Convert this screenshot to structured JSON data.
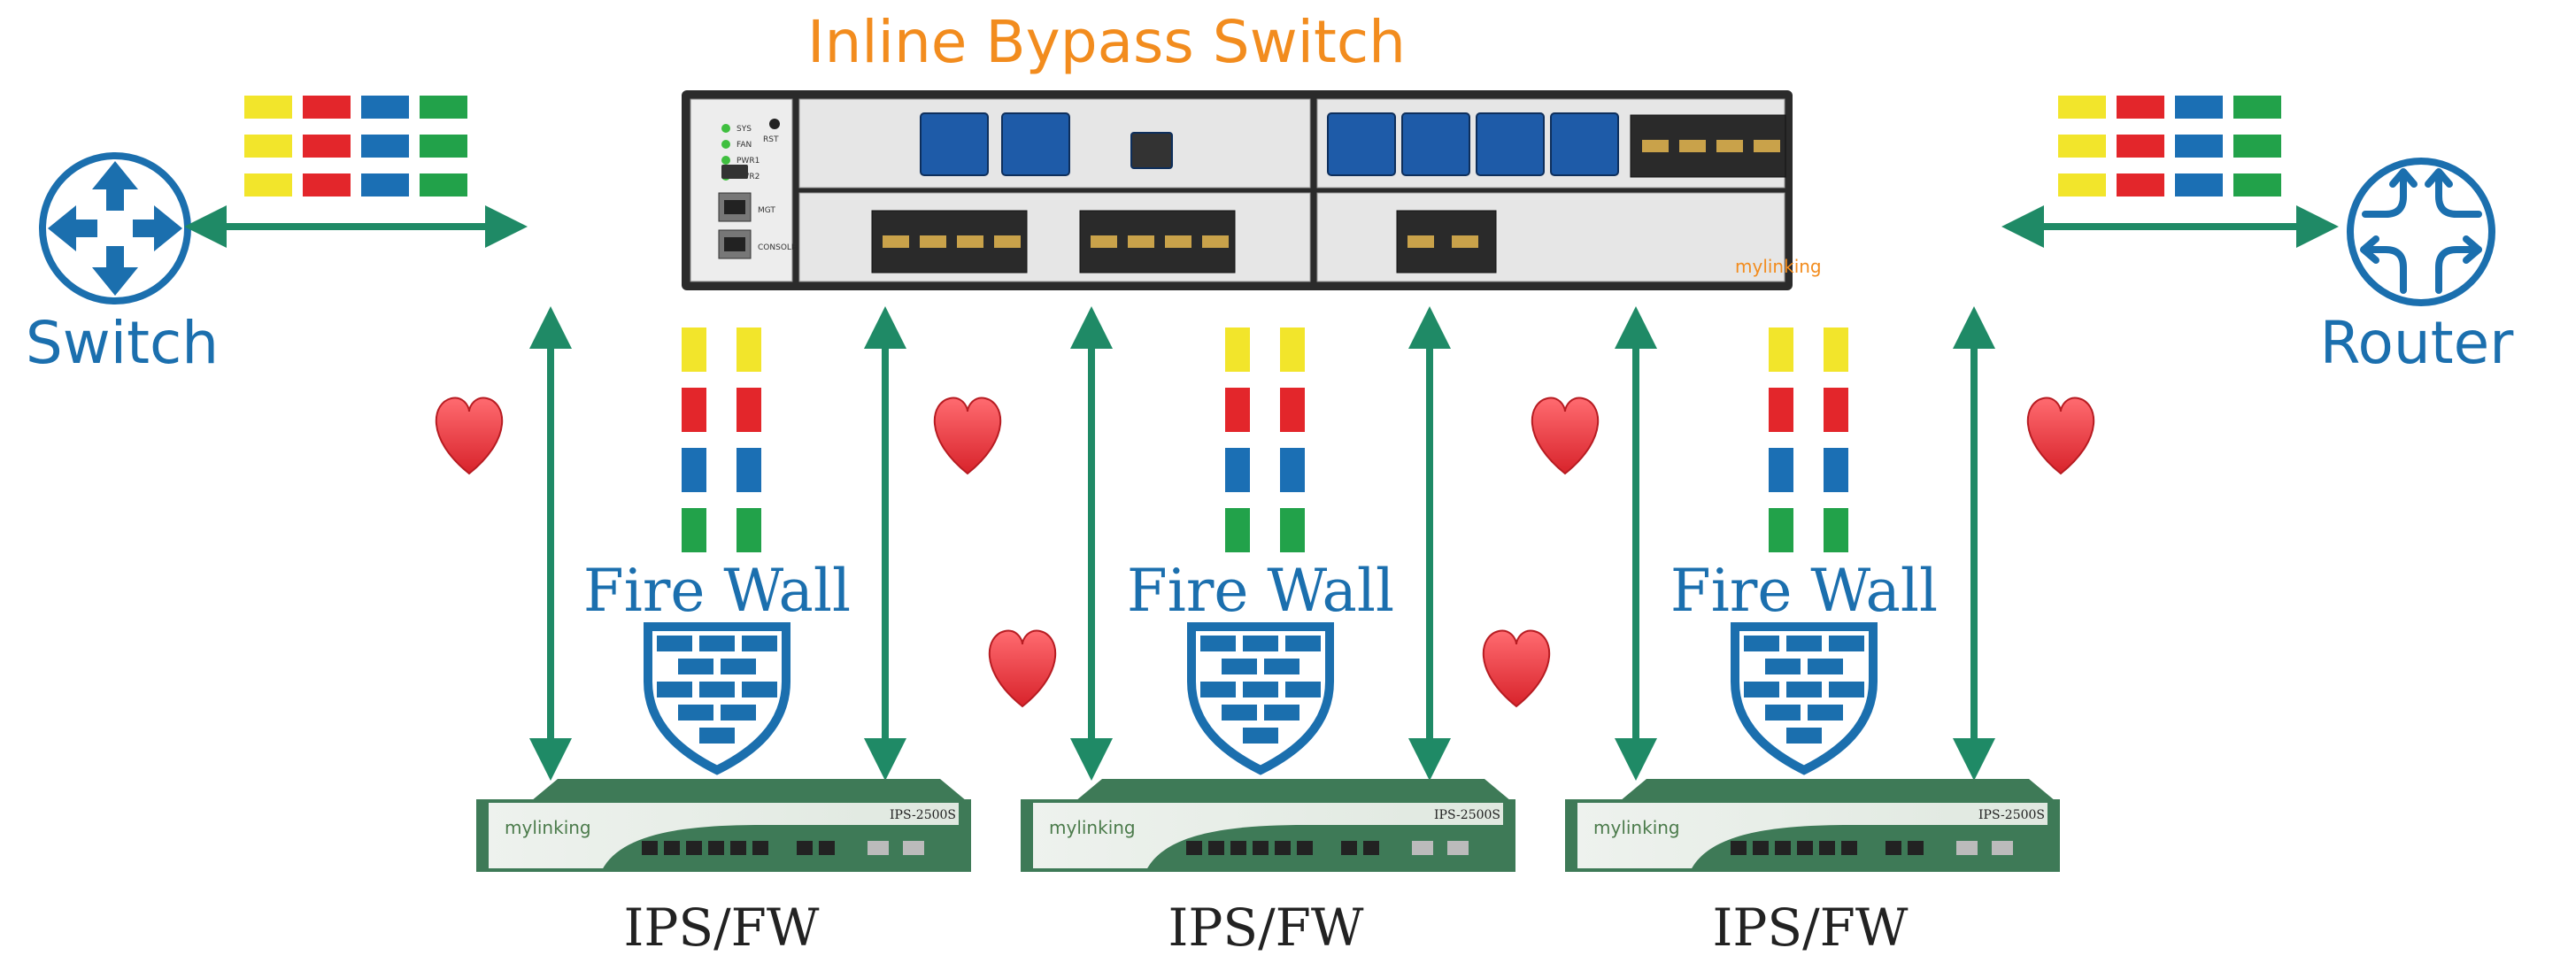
{
  "title": "Inline Bypass Switch",
  "left_device": {
    "label": "Switch",
    "icon": "network-switch-icon"
  },
  "right_device": {
    "label": "Router",
    "icon": "router-icon"
  },
  "firewalls": [
    {
      "label": "Fire Wall",
      "icon": "shield-brick-wall-icon"
    },
    {
      "label": "Fire Wall",
      "icon": "shield-brick-wall-icon"
    },
    {
      "label": "Fire Wall",
      "icon": "shield-brick-wall-icon"
    }
  ],
  "appliances": [
    {
      "label": "IPS/FW",
      "model": "IPS-2500S",
      "brand": "mylinking"
    },
    {
      "label": "IPS/FW",
      "model": "IPS-2500S",
      "brand": "mylinking"
    },
    {
      "label": "IPS/FW",
      "model": "IPS-2500S",
      "brand": "mylinking"
    }
  ],
  "chassis": {
    "brand": "mylinking",
    "status_labels": [
      "SYS",
      "FAN",
      "PWR1",
      "PWR2",
      "RST"
    ],
    "port_labels": [
      "MGT",
      "CONSOLE"
    ]
  },
  "colors": {
    "title": "#F28C1E",
    "label_blue": "#1B6FAE",
    "arrow_green": "#1F8A66",
    "packet_yellow": "#F2E52B",
    "packet_red": "#E3262B",
    "packet_blue": "#1B6FB4",
    "packet_green": "#22A24A",
    "heart": "#E8333A",
    "chassis_dark": "#2B2B2B",
    "appliance_green": "#3E7A57"
  }
}
